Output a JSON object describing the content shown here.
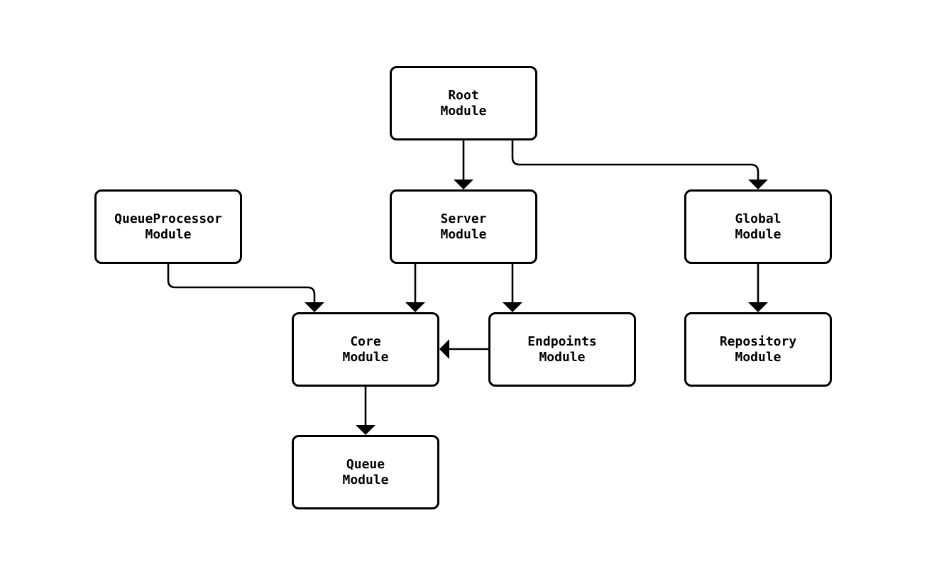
{
  "diagram": {
    "type": "module-dependency-flowchart",
    "colors": {
      "background": "#ffffff",
      "node_fill": "#ffffff",
      "node_border": "#000000",
      "edge": "#000000",
      "text": "#000000"
    },
    "nodes": {
      "root": {
        "label": "Root\nModule"
      },
      "queue_processor": {
        "label": "QueueProcessor\nModule"
      },
      "server": {
        "label": "Server\nModule"
      },
      "global": {
        "label": "Global\nModule"
      },
      "core": {
        "label": "Core\nModule"
      },
      "endpoints": {
        "label": "Endpoints\nModule"
      },
      "repository": {
        "label": "Repository\nModule"
      },
      "queue": {
        "label": "Queue\nModule"
      }
    },
    "edges": [
      {
        "from": "Root Module",
        "to": "Server Module"
      },
      {
        "from": "Root Module",
        "to": "Global Module"
      },
      {
        "from": "QueueProcessor Module",
        "to": "Core Module"
      },
      {
        "from": "Server Module",
        "to": "Core Module"
      },
      {
        "from": "Server Module",
        "to": "Endpoints Module"
      },
      {
        "from": "Endpoints Module",
        "to": "Core Module"
      },
      {
        "from": "Global Module",
        "to": "Repository Module"
      },
      {
        "from": "Core Module",
        "to": "Queue Module"
      }
    ]
  }
}
